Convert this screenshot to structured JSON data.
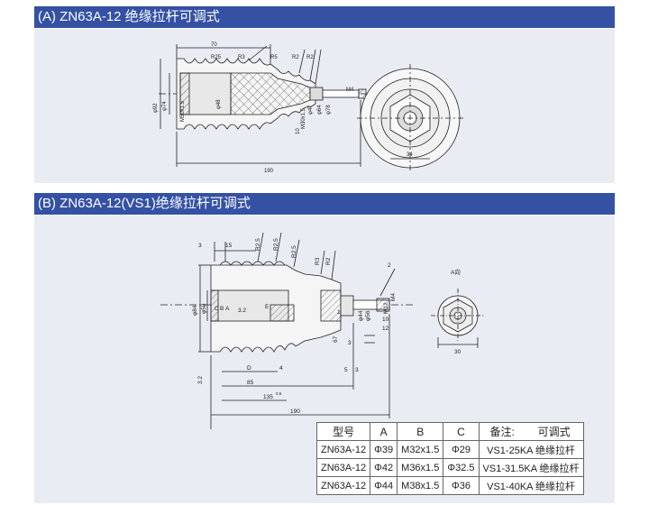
{
  "section_a": {
    "title": "(A) ZN63A-12 绝缘拉杆可调式",
    "dims": {
      "len70": "70",
      "r25": "R25",
      "r3": "R3",
      "r5": "R5",
      "r2a": "R2",
      "r2b": "R2",
      "d92": "φ92",
      "d74": "φ74",
      "m50": "M50x1.5",
      "d48": "φ48",
      "m30": "M30x1.5",
      "d47": "φ47",
      "d64": "φ64",
      "d78": "φ78",
      "l10": "10",
      "m4": "M4",
      "l190": "190",
      "l34": "34"
    }
  },
  "section_b": {
    "title": "(B) ZN63A-12(VS1)绝缘拉杆可调式",
    "dims": {
      "l3": "3",
      "l15": "15",
      "r25a": "R2.5",
      "r25b": "R2.5",
      "r25c": "R2.5",
      "r3": "R3",
      "r2": "R2",
      "n2": "2",
      "d84": "φ84",
      "d58": "φ58",
      "c": "C",
      "b": "B",
      "a": "A",
      "l32": "3.2",
      "e": "E",
      "n1": "1",
      "d44": "φ44",
      "d56": "φ56",
      "l67": "67",
      "l10": "10",
      "l12": "12",
      "m4": "M4",
      "m12": "M12",
      "l5": "5",
      "l3b": "3",
      "l3c": "3",
      "l32b": "3.2",
      "d": "D",
      "l4": "4",
      "l85": "85",
      "l135": "135",
      "tol": "0.5",
      "l190": "190",
      "aview": "A向",
      "l30": "30"
    }
  },
  "table": {
    "headers": [
      "型号",
      "A",
      "B",
      "C",
      "备注:",
      "可调式"
    ],
    "rows": [
      [
        "ZN63A-12",
        "Φ39",
        "M32x1.5",
        "Φ29",
        "VS1-25KA 绝缘拉杆"
      ],
      [
        "ZN63A-12",
        "Φ42",
        "M36x1.5",
        "Φ32.5",
        "VS1-31.5KA 绝缘拉杆"
      ],
      [
        "ZN63A-12",
        "Φ44",
        "M38x1.5",
        "Φ36",
        "VS1-40KA 绝缘拉杆"
      ]
    ]
  }
}
